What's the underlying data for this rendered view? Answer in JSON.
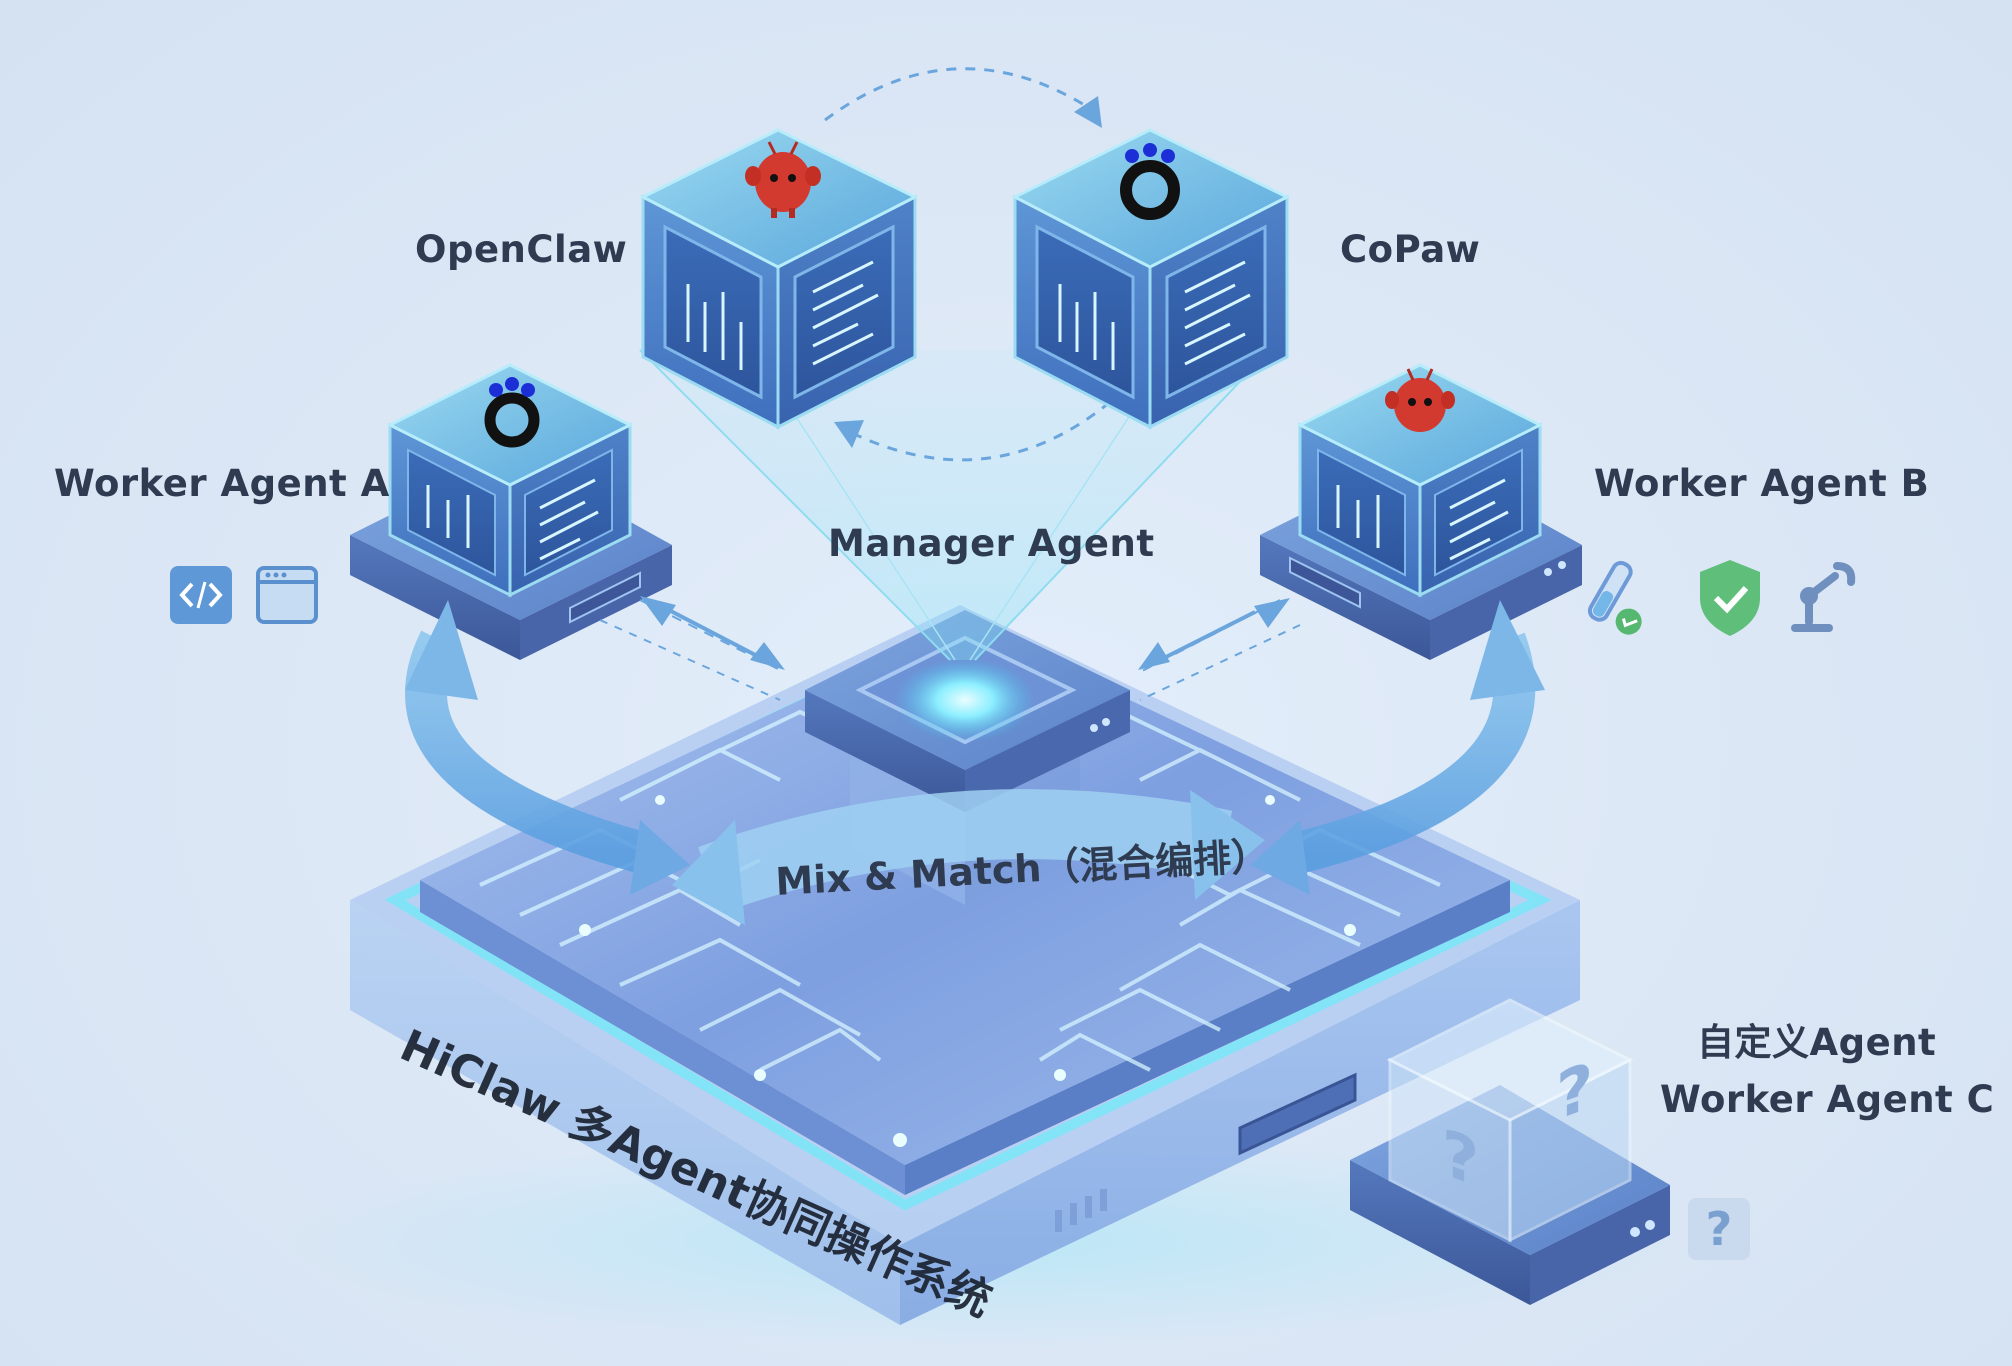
{
  "labels": {
    "openclaw": "OpenClaw",
    "copaw": "CoPaw",
    "worker_a": "Worker Agent A",
    "worker_b": "Worker Agent B",
    "manager": "Manager Agent",
    "custom_agent": "自定义Agent",
    "worker_c": "Worker Agent C",
    "mix_match": "Mix & Match（混合编排）",
    "platform": "HiClaw 多Agent协同操作系统",
    "unknown_tile": "?",
    "unknown_mark": "?"
  },
  "icons": [
    "openclaw-mascot-icon",
    "copaw-logo-icon",
    "chart-screen-icon",
    "code-screen-icon",
    "code-brackets-icon",
    "browser-window-icon",
    "test-tube-icon",
    "shield-check-icon",
    "robot-arm-icon",
    "question-mark-icon"
  ],
  "colors": {
    "background": "#dde8f6",
    "cube_blue": "#4f86cc",
    "cube_light": "#8fd0ec",
    "platform_blue": "#6f96d6",
    "glow_cyan": "#6de4f5",
    "text_dark": "#2e3b50",
    "mascot_red": "#d23a2f",
    "logo_black": "#111111",
    "logo_dots": "#1c2fd6"
  }
}
